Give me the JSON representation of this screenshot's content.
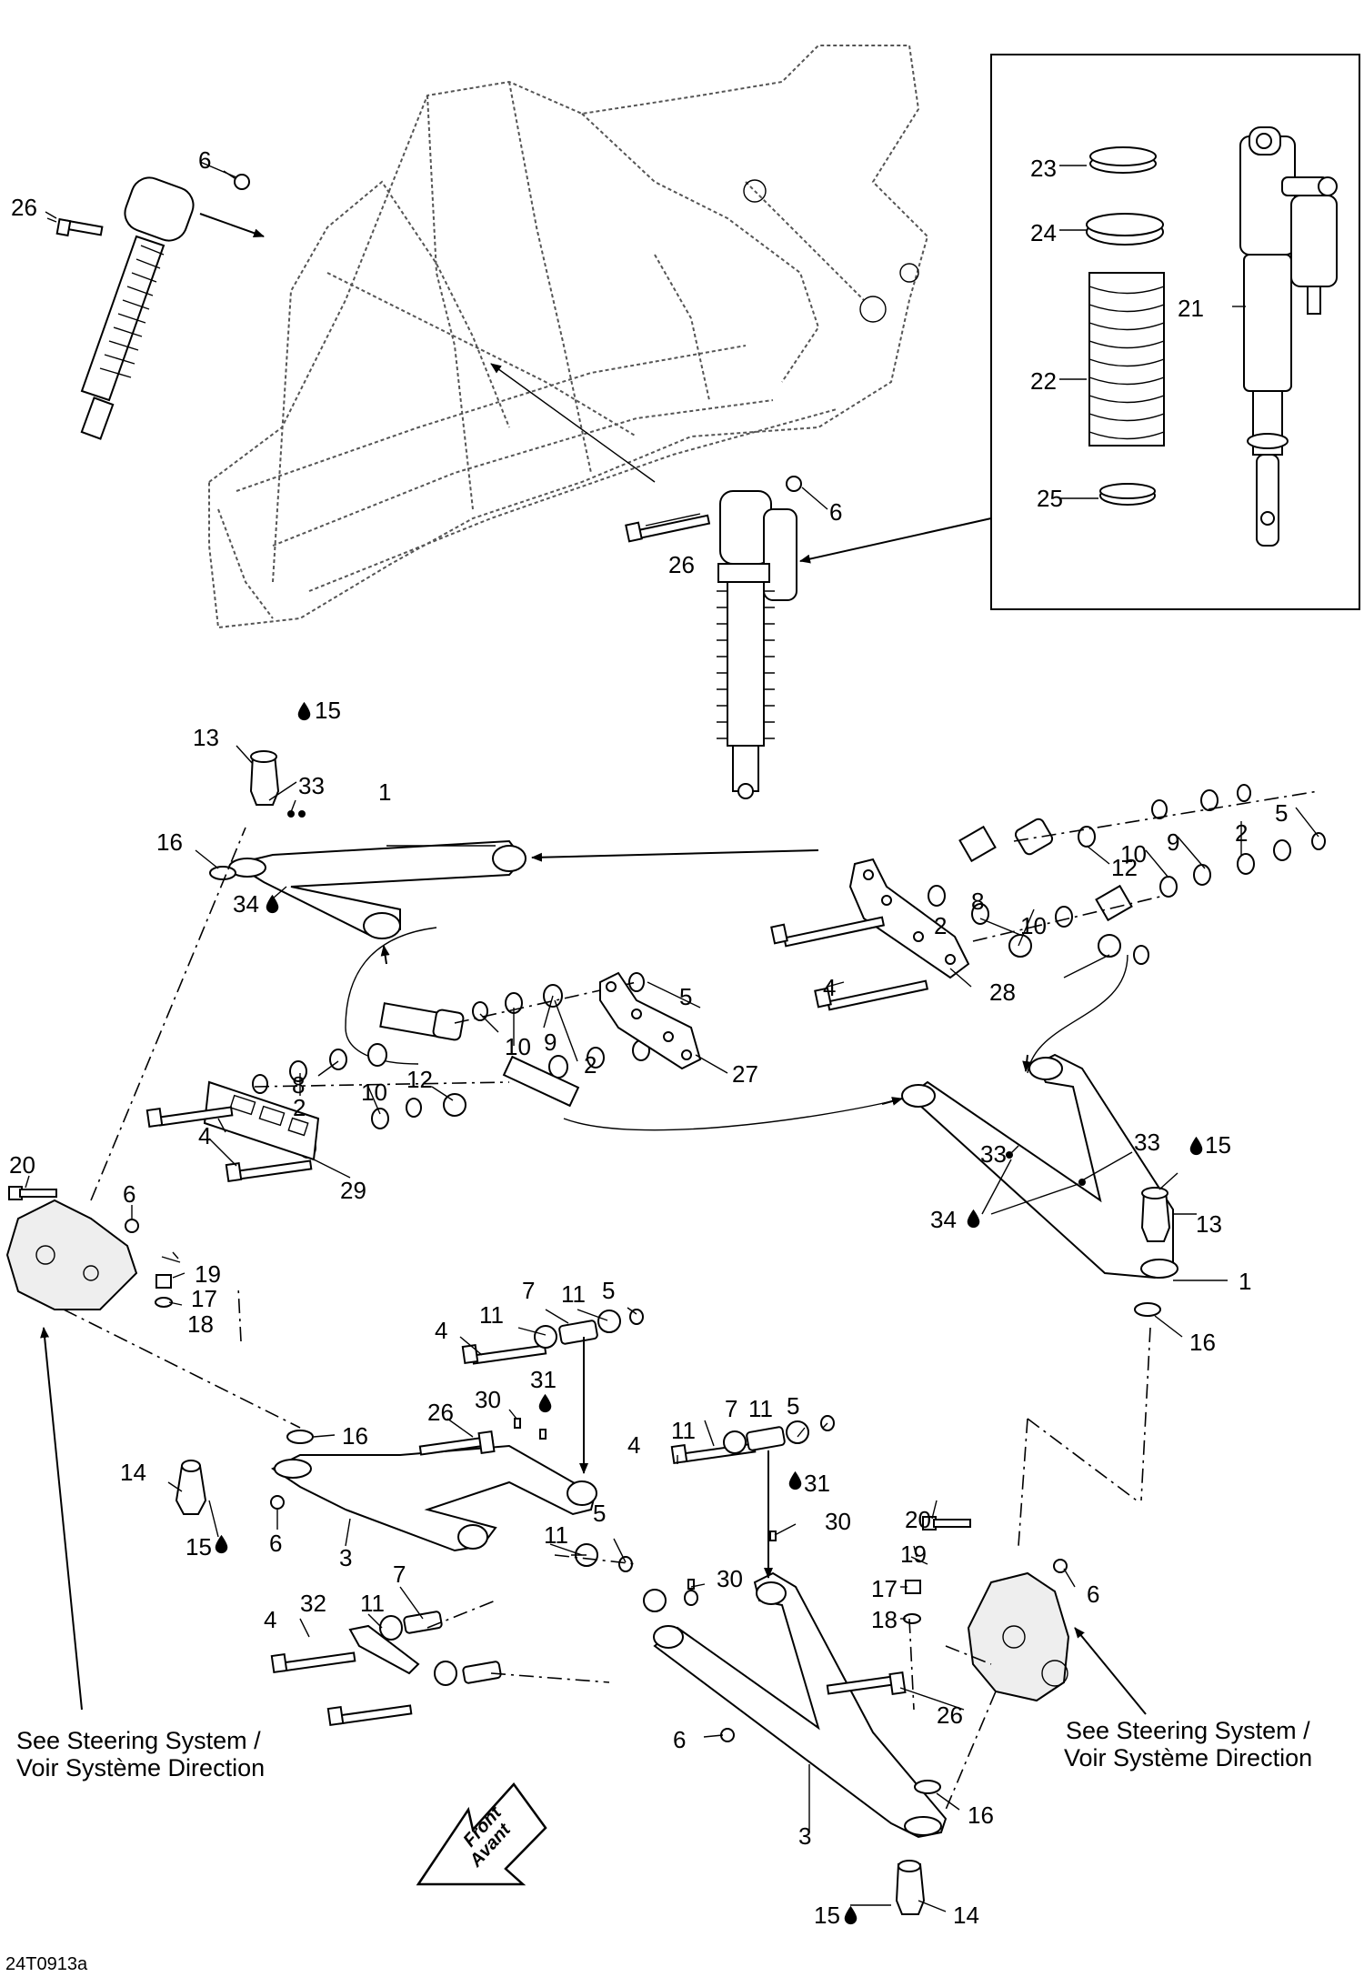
{
  "figure_code": "24T0913a",
  "notes": {
    "steering_left_line1": "See Steering System /",
    "steering_left_line2": "Voir Système Direction",
    "steering_right_line1": "See Steering System /",
    "steering_right_line2": "Voir Système Direction"
  },
  "direction_arrow": {
    "line1": "Front",
    "line2": "Avant"
  },
  "callouts": {
    "c1a": "1",
    "c1b": "1",
    "c2a": "2",
    "c2b": "2",
    "c2c": "2",
    "c2d": "2",
    "c3a": "3",
    "c3b": "3",
    "c4a": "4",
    "c4b": "4",
    "c4c": "4",
    "c4d": "4",
    "c4e": "4",
    "c5a": "5",
    "c5b": "5",
    "c5c": "5",
    "c5d": "5",
    "c5e": "5",
    "c6a": "6",
    "c6b": "6",
    "c6c": "6",
    "c6d": "6",
    "c6e": "6",
    "c6f": "6",
    "c7a": "7",
    "c7b": "7",
    "c7c": "7",
    "c8a": "8",
    "c8b": "8",
    "c9a": "9",
    "c9b": "9",
    "c10a": "10",
    "c10b": "10",
    "c10c": "10",
    "c10d": "10",
    "c11a": "11",
    "c11b": "11",
    "c11c": "11",
    "c11d": "11",
    "c11e": "11",
    "c11f": "11",
    "c12a": "12",
    "c12b": "12",
    "c13a": "13",
    "c13b": "13",
    "c14a": "14",
    "c14b": "14",
    "c15a": "15",
    "c15b": "15",
    "c15c": "15",
    "c15d": "15",
    "c16a": "16",
    "c16b": "16",
    "c16c": "16",
    "c16d": "16",
    "c17a": "17",
    "c17b": "17",
    "c18a": "18",
    "c18b": "18",
    "c19a": "19",
    "c19b": "19",
    "c20a": "20",
    "c20b": "20",
    "c21": "21",
    "c22": "22",
    "c23": "23",
    "c24": "24",
    "c25": "25",
    "c26a": "26",
    "c26b": "26",
    "c26c": "26",
    "c26d": "26",
    "c27": "27",
    "c28": "28",
    "c29": "29",
    "c30a": "30",
    "c30b": "30",
    "c30c": "30",
    "c31a": "31",
    "c31b": "31",
    "c32": "32",
    "c33a": "33",
    "c33b": "33",
    "c33c": "33",
    "c34a": "34",
    "c34b": "34"
  }
}
